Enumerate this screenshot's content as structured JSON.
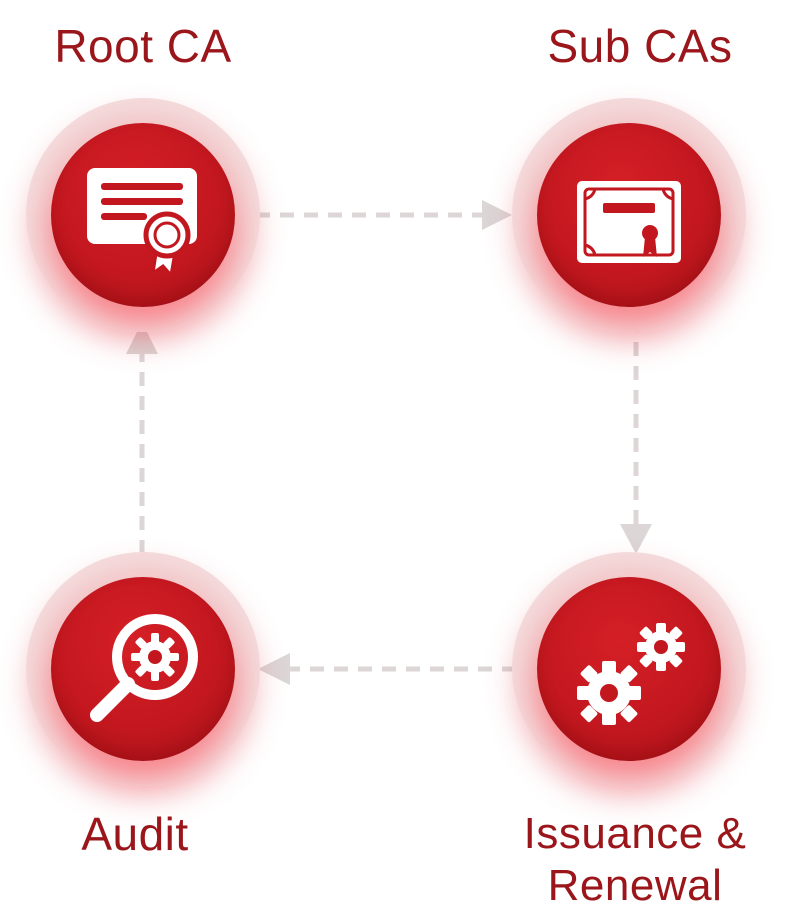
{
  "nodes": {
    "root": {
      "label": "Root CA",
      "icon": "certificate-icon"
    },
    "sub": {
      "label": "Sub CAs",
      "icon": "certificate-frame-icon"
    },
    "issuance": {
      "label": "Issuance & Renewal",
      "icon": "gears-icon"
    },
    "audit": {
      "label": "Audit",
      "icon": "magnifier-gear-icon"
    }
  },
  "edges": [
    {
      "from": "root",
      "to": "sub"
    },
    {
      "from": "sub",
      "to": "issuance"
    },
    {
      "from": "issuance",
      "to": "audit"
    },
    {
      "from": "audit",
      "to": "root"
    }
  ],
  "colors": {
    "label": "#9b161b",
    "node": "#c3171f",
    "halo": "#f3d2d3",
    "connector": "#dcd6d6"
  }
}
